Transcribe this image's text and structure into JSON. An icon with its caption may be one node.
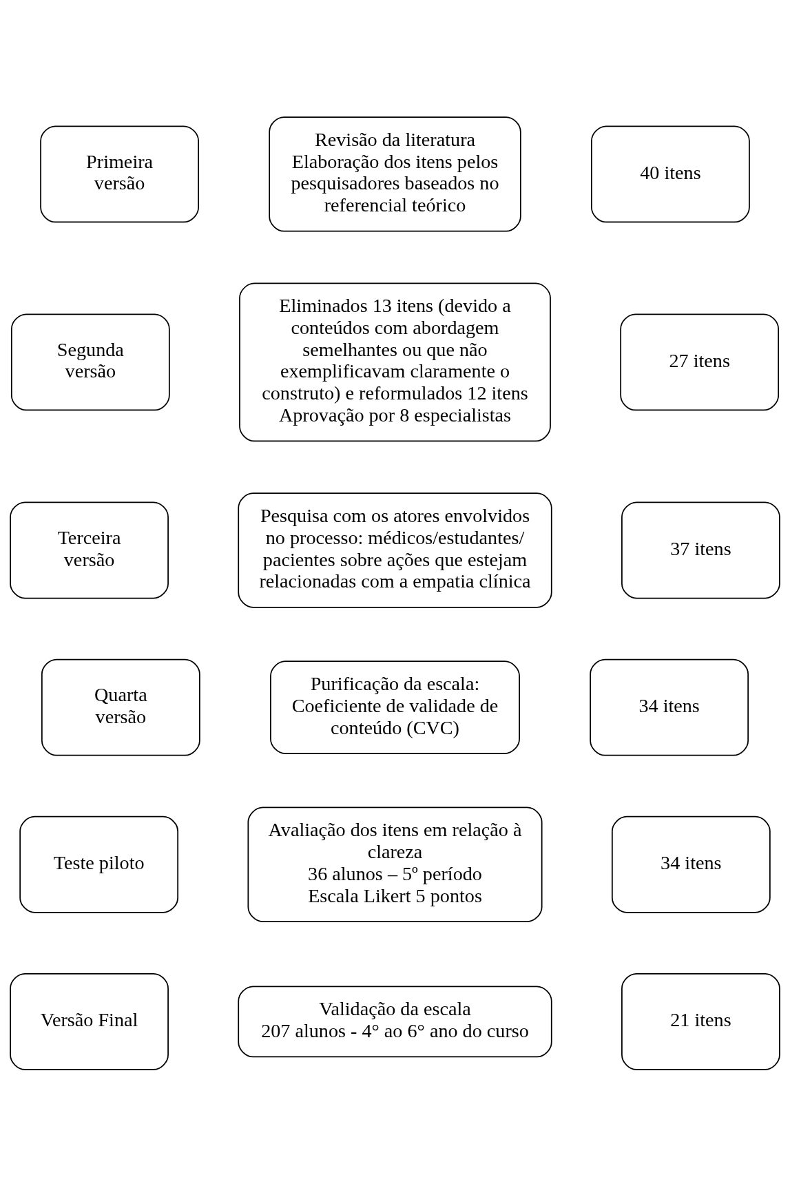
{
  "diagram": {
    "nodes": [
      {
        "text": [
          "Primeira versão"
        ]
      },
      {
        "text": [
          "Revisão da literatura",
          "Elaboração dos itens pelos pesquisadores baseados no referencial teórico"
        ]
      },
      {
        "text": [
          "40 itens"
        ]
      },
      {
        "text": [
          "Segunda versão"
        ]
      },
      {
        "text": [
          "Eliminados 13 itens (devido a conteúdos com abordagem semelhantes ou que não exemplificavam claramente o construto) e reformulados 12 itens",
          "Aprovação por 8 especialistas"
        ]
      },
      {
        "text": [
          "27 itens"
        ]
      },
      {
        "text": [
          "Terceira versão"
        ]
      },
      {
        "text": [
          "Pesquisa com os atores envolvidos no processo: médicos/estudantes/ pacientes sobre ações que estejam relacionadas com a empatia clínica"
        ]
      },
      {
        "text": [
          "37 itens"
        ]
      },
      {
        "text": [
          "Quarta versão"
        ]
      },
      {
        "text": [
          "Purificação da escala:",
          "Coeficiente de validade de conteúdo (CVC)"
        ]
      },
      {
        "text": [
          "34 itens"
        ]
      },
      {
        "text": [
          "Teste piloto"
        ]
      },
      {
        "text": [
          "Avaliação dos itens em relação à clareza",
          "36 alunos – 5º período",
          "Escala Likert 5 pontos"
        ]
      },
      {
        "text": [
          "34 itens"
        ]
      },
      {
        "text": [
          "Versão Final"
        ]
      },
      {
        "text": [
          "Validação da escala",
          "207 alunos - 4° ao 6° ano do curso"
        ]
      },
      {
        "text": [
          "21 itens"
        ]
      }
    ]
  }
}
